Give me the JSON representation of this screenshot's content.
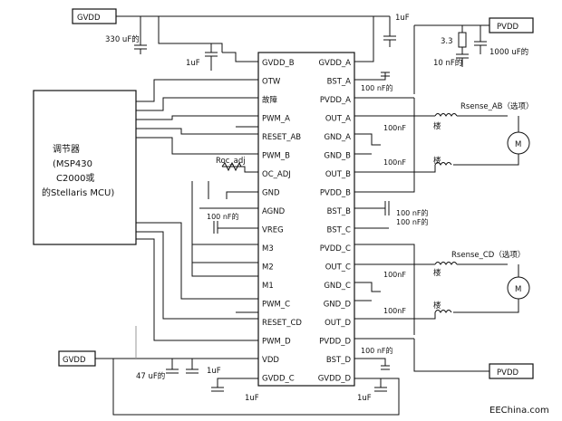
{
  "ic": {
    "left_pins": [
      "GVDD_B",
      "OTW",
      "故障",
      "PWM_A",
      "RESET_AB",
      "PWM_B",
      "OC_ADJ",
      "GND",
      "AGND",
      "VREG",
      "M3",
      "M2",
      "M1",
      "PWM_C",
      "RESET_CD",
      "PWM_D",
      "VDD",
      "GVDD_C"
    ],
    "right_pins": [
      "GVDD_A",
      "BST_A",
      "PVDD_A",
      "OUT_A",
      "GND_A",
      "GND_B",
      "OUT_B",
      "PVDD_B",
      "BST_B",
      "BST_C",
      "PVDD_C",
      "OUT_C",
      "GND_C",
      "GND_D",
      "OUT_D",
      "PVDD_D",
      "BST_D",
      "GVDD_D"
    ]
  },
  "controller": {
    "lines": [
      "调节器",
      "(MSP430",
      "C2000或",
      "的Stellaris MCU)"
    ]
  },
  "rails": {
    "gvdd_top": "GVDD",
    "gvdd_bottom": "GVDD",
    "pvdd_top": "PVDD",
    "pvdd_bottom": "PVDD"
  },
  "labels": {
    "c330": "330 uF的",
    "c1u_top": "1uF",
    "c1u_left": "1uF",
    "r33": "3.3",
    "c10n": "10 nF的",
    "c1000": "1000 uF的",
    "c100n_a": "100 nF的",
    "c100nf_a": "100nF",
    "c100nf_b": "100nF",
    "rsense_ab": "Rsense_AB（选项）",
    "coil_a": "楼",
    "coil_b": "楼",
    "motor_1": "M",
    "rocadj": "Roc_adj",
    "c100n_vreg": "100 nF的",
    "c100n_bst_b": "100 nF的",
    "c100n_bst_c": "100 nF的",
    "rsense_cd": "Rsense_CD（选项）",
    "coil_c": "楼",
    "coil_d": "楼",
    "motor_2": "M",
    "c100nf_c": "100nF",
    "c100nf_d": "100nF",
    "c100n_d": "100 nF的",
    "c47u": "47 uF的",
    "c1u_vdd": "1uF",
    "c1u_gc": "1uF",
    "c1u_gd": "1uF",
    "watermark": "EEChina.com"
  }
}
